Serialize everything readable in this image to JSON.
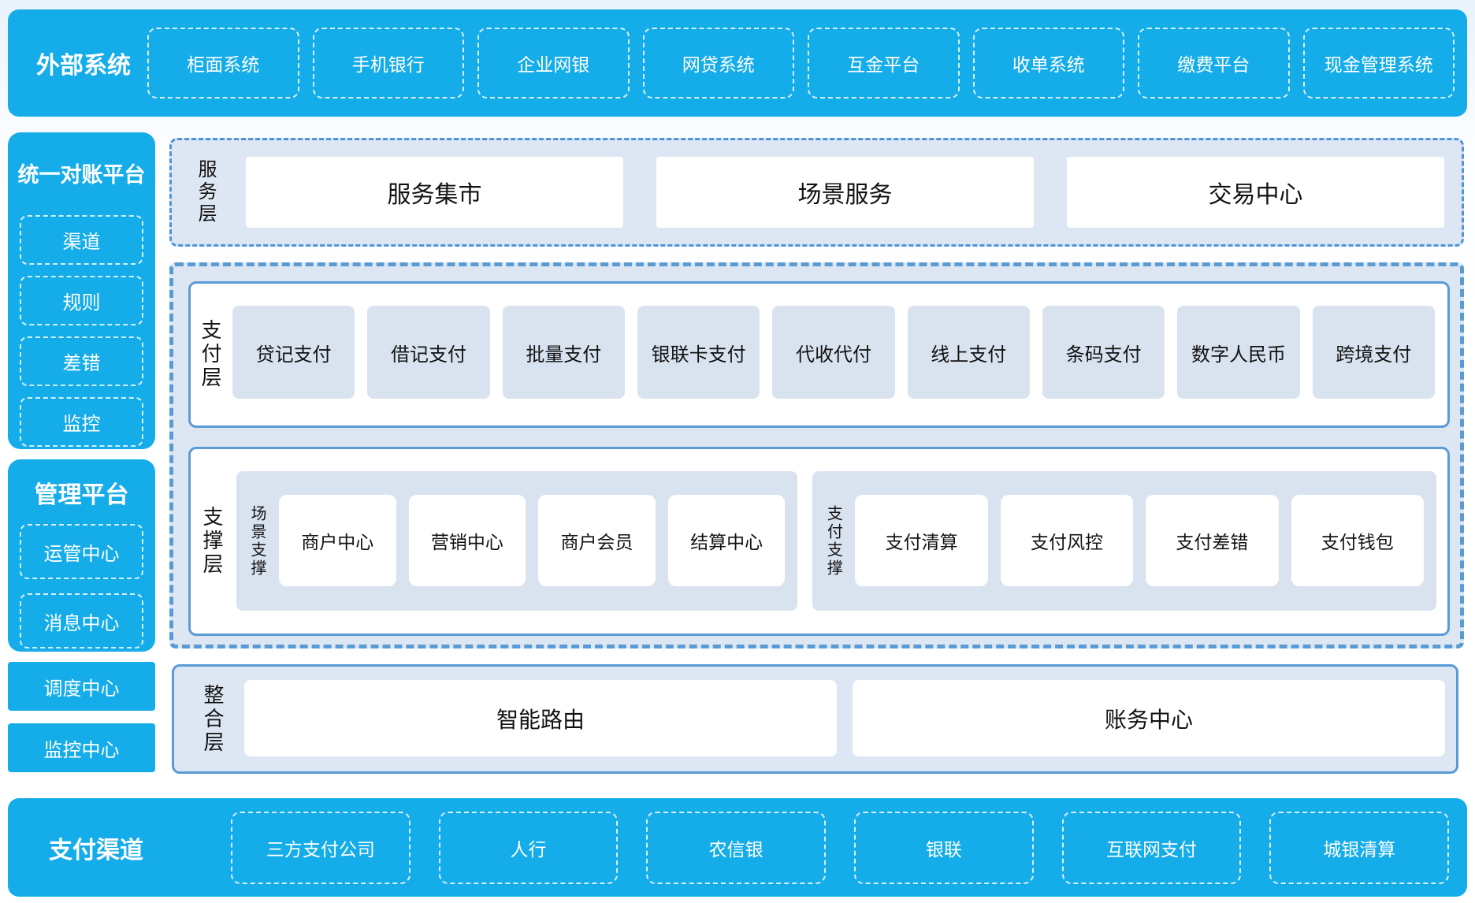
{
  "colors": {
    "brand_blue": "#14ace9",
    "layer_bg": "#dde7f4",
    "item_bg": "#d9e3f0",
    "border_blue": "#5b9bd5",
    "text_dark": "#121212"
  },
  "top_bar": {
    "label": "外部系统",
    "items": [
      "柜面系统",
      "手机银行",
      "企业网银",
      "网贷系统",
      "互金平台",
      "收单系统",
      "缴费平台",
      "现金管理系统"
    ]
  },
  "sidebar": {
    "panels": [
      {
        "title": "统一对账平台",
        "items": [
          "渠道",
          "规则",
          "差错",
          "监控"
        ]
      },
      {
        "title": "管理平台",
        "items": [
          "运管中心",
          "消息中心"
        ]
      }
    ],
    "solo_boxes": [
      "调度中心",
      "监控中心"
    ]
  },
  "layers": {
    "service": {
      "label": "服务层",
      "items": [
        "服务集市",
        "场景服务",
        "交易中心"
      ]
    },
    "payment": {
      "label": "支付层",
      "items": [
        "贷记支付",
        "借记支付",
        "批量支付",
        "银联卡支付",
        "代收代付",
        "线上支付",
        "条码支付",
        "数字人民币",
        "跨境支付"
      ]
    },
    "support": {
      "label": "支撑层",
      "groups": [
        {
          "label": "场景支撑",
          "items": [
            "商户中心",
            "营销中心",
            "商户会员",
            "结算中心"
          ]
        },
        {
          "label": "支付支撑",
          "items": [
            "支付清算",
            "支付风控",
            "支付差错",
            "支付钱包"
          ]
        }
      ]
    },
    "integration": {
      "label": "整合层",
      "items": [
        "智能路由",
        "账务中心"
      ]
    }
  },
  "bottom_bar": {
    "label": "支付渠道",
    "items": [
      "三方支付公司",
      "人行",
      "农信银",
      "银联",
      "互联网支付",
      "城银清算"
    ]
  }
}
